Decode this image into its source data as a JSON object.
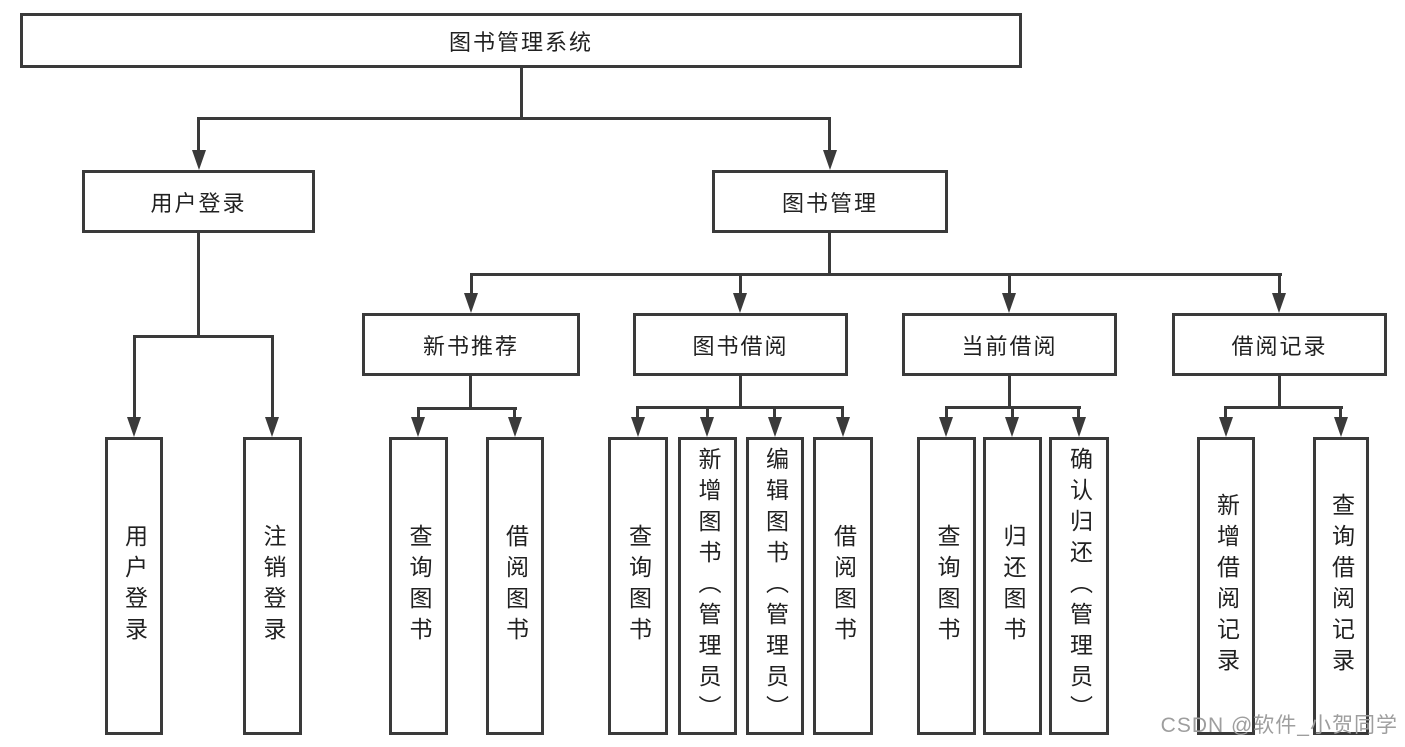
{
  "diagram": {
    "root": {
      "label": "图书管理系统"
    },
    "branches": [
      {
        "label": "用户登录",
        "children": [
          {
            "label": "用户登录"
          },
          {
            "label": "注销登录"
          }
        ]
      },
      {
        "label": "图书管理",
        "children": [
          {
            "label": "新书推荐",
            "children": [
              {
                "label": "查询图书"
              },
              {
                "label": "借阅图书"
              }
            ]
          },
          {
            "label": "图书借阅",
            "children": [
              {
                "label": "查询图书"
              },
              {
                "label": "新增图书（管理员）"
              },
              {
                "label": "编辑图书（管理员）"
              },
              {
                "label": "借阅图书"
              }
            ]
          },
          {
            "label": "当前借阅",
            "children": [
              {
                "label": "查询图书"
              },
              {
                "label": "归还图书"
              },
              {
                "label": "确认归还（管理员）"
              }
            ]
          },
          {
            "label": "借阅记录",
            "children": [
              {
                "label": "新增借阅记录"
              },
              {
                "label": "查询借阅记录"
              }
            ]
          }
        ]
      }
    ]
  },
  "watermark": {
    "text": "CSDN @软件_小贺同学"
  },
  "colors": {
    "line": "#3a3a3a",
    "text": "#212121",
    "watermark": "#9e9e9e",
    "background": "#ffffff"
  }
}
